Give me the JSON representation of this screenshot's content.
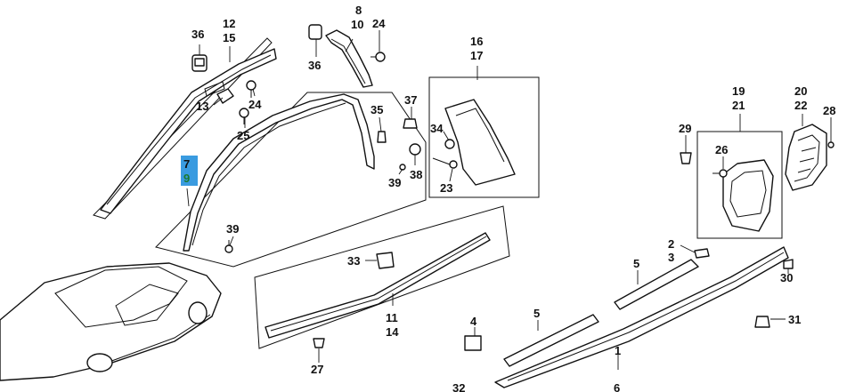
{
  "diagram": {
    "callouts": [
      {
        "id": "c36a",
        "text": "36"
      },
      {
        "id": "c12",
        "text": "12"
      },
      {
        "id": "c15",
        "text": "15"
      },
      {
        "id": "c8",
        "text": "8"
      },
      {
        "id": "c10",
        "text": "10"
      },
      {
        "id": "c24a",
        "text": "24"
      },
      {
        "id": "c36b",
        "text": "36"
      },
      {
        "id": "c16",
        "text": "16"
      },
      {
        "id": "c17",
        "text": "17"
      },
      {
        "id": "c13",
        "text": "13"
      },
      {
        "id": "c24b",
        "text": "24"
      },
      {
        "id": "c25",
        "text": "25"
      },
      {
        "id": "c37",
        "text": "37"
      },
      {
        "id": "c35",
        "text": "35"
      },
      {
        "id": "c34",
        "text": "34"
      },
      {
        "id": "c19",
        "text": "19"
      },
      {
        "id": "c21",
        "text": "21"
      },
      {
        "id": "c20",
        "text": "20"
      },
      {
        "id": "c22",
        "text": "22"
      },
      {
        "id": "c28",
        "text": "28"
      },
      {
        "id": "c29",
        "text": "29"
      },
      {
        "id": "c26",
        "text": "26"
      },
      {
        "id": "c39a",
        "text": "39"
      },
      {
        "id": "c38",
        "text": "38"
      },
      {
        "id": "c23",
        "text": "23"
      },
      {
        "id": "c39b",
        "text": "39"
      },
      {
        "id": "c2",
        "text": "2"
      },
      {
        "id": "c3",
        "text": "3"
      },
      {
        "id": "c33",
        "text": "33"
      },
      {
        "id": "c5a",
        "text": "5"
      },
      {
        "id": "c30",
        "text": "30"
      },
      {
        "id": "c11",
        "text": "11"
      },
      {
        "id": "c14",
        "text": "14"
      },
      {
        "id": "c5b",
        "text": "5"
      },
      {
        "id": "c31",
        "text": "31"
      },
      {
        "id": "c4",
        "text": "4"
      },
      {
        "id": "c27",
        "text": "27"
      },
      {
        "id": "c1",
        "text": "1"
      },
      {
        "id": "c32",
        "text": "32"
      },
      {
        "id": "c6",
        "text": "6"
      }
    ],
    "highlight": {
      "line1": "7",
      "line2": "9",
      "color": "#3a9be0"
    }
  }
}
